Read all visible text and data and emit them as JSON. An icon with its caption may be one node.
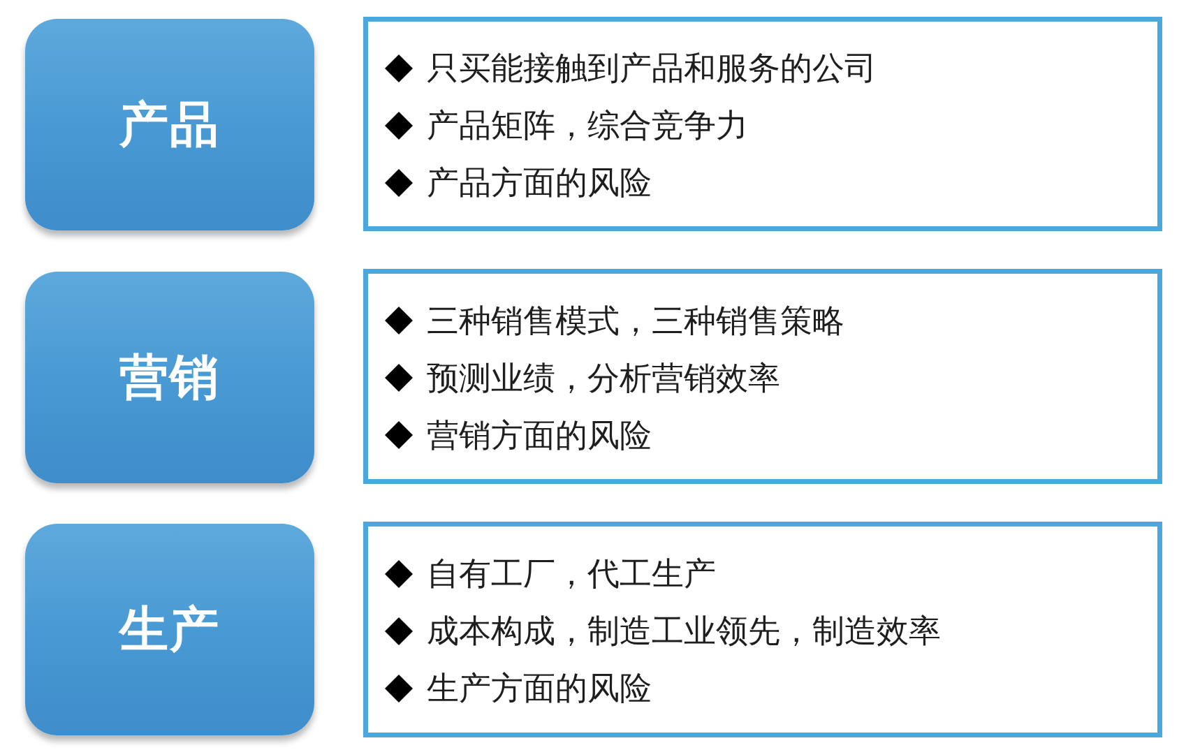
{
  "diagram": {
    "nodes": [
      {
        "text": [
          "产品"
        ]
      },
      {
        "text": [
          "只买能接触到产品和服务的公司",
          "产品矩阵，综合竞争力",
          "产品方面的风险"
        ]
      },
      {
        "text": [
          "营销"
        ]
      },
      {
        "text": [
          "三种销售模式，三种销售策略",
          "预测业绩，分析营销效率",
          "营销方面的风险"
        ]
      },
      {
        "text": [
          "生产"
        ]
      },
      {
        "text": [
          "自有工厂，代工生产",
          "成本构成，制造工业领先，制造效率",
          "生产方面的风险"
        ]
      }
    ]
  }
}
